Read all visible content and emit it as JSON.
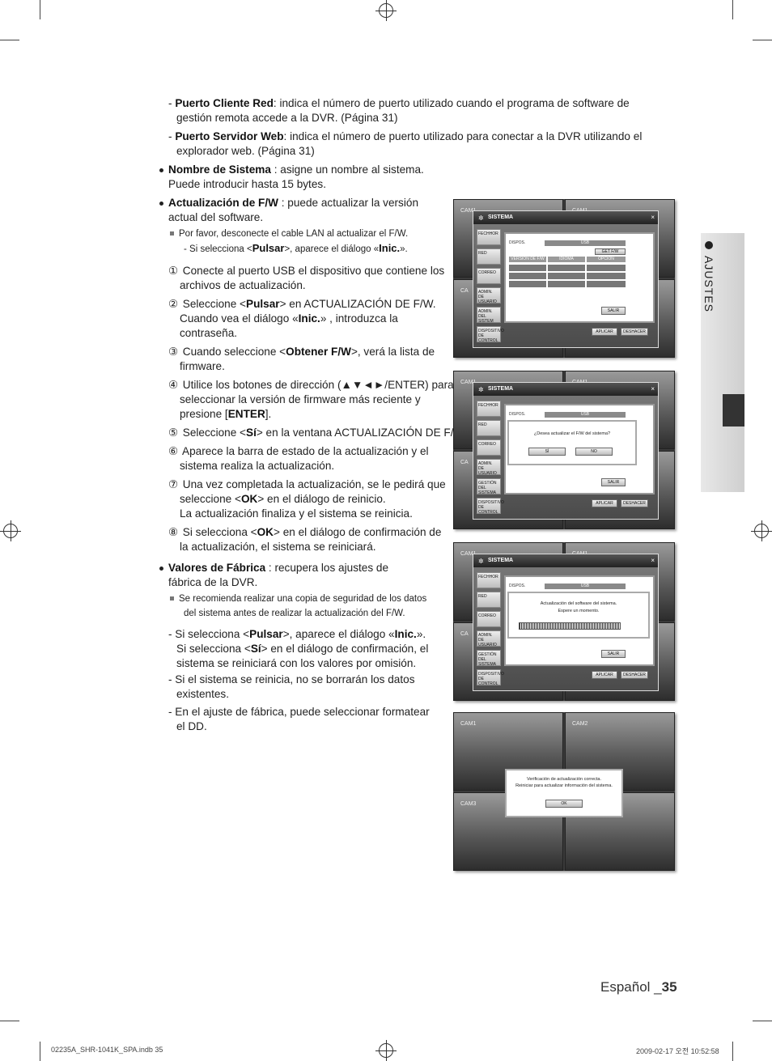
{
  "body": {
    "l1_a": "Puerto Cliente Red",
    "l1_b": ": indica el número de puerto utilizado cuando el programa de software de",
    "l1_c": "gestión remota accede a la DVR. (Página 31)",
    "l2_a": "Puerto Servidor Web",
    "l2_b": ": indica el número de puerto utilizado para conectar a la DVR utilizando el",
    "l2_c": "explorador web. (Página 31)",
    "l3_a": "Nombre de Sistema",
    "l3_b": ": asigne un nombre al sistema.",
    "l3_c": "Puede introducir hasta 15 bytes.",
    "l4_a": "Actualización de F/W",
    "l4_b": ": puede actualizar la versión",
    "l4_c": "actual del software.",
    "n1": "Por favor, desconecte el cable LAN al actualizar el F/W.",
    "n2_a": "- Si selecciona <",
    "n2_b": "Pulsar",
    "n2_c": ">, aparece el diálogo «",
    "n2_d": "Inic.",
    "n2_e": "».",
    "s1_num": "①",
    "s1_a": "Conecte al puerto USB el dispositivo que contiene los",
    "s1_b": "archivos de actualización.",
    "s2_num": "②",
    "s2_a": "Seleccione <",
    "s2_b": "Pulsar",
    "s2_c": "> en ACTUALIZACIÓN DE F/W.",
    "s2_d": "Cuando vea el diálogo «",
    "s2_e": "Inic.",
    "s2_f": "» , introduzca la",
    "s2_g": "contraseña.",
    "s3_num": "③",
    "s3_a": "Cuando seleccione <",
    "s3_b": "Obtener F/W",
    "s3_c": ">, verá la lista de",
    "s3_d": "firmware.",
    "s4_num": "④",
    "s4_a": "Utilice los botones de dirección (▲▼◄►/ENTER) para",
    "s4_b": "seleccionar la versión de firmware más reciente y",
    "s4_c": "presione [",
    "s4_d": "ENTER",
    "s4_e": "].",
    "s5_num": "⑤",
    "s5_a": "Seleccione <",
    "s5_b": "Sí",
    "s5_c": "> en la ventana ACTUALIZACIÓN DE F/W.",
    "s6_num": "⑥",
    "s6_a": "Aparece la barra de estado de la actualización y el",
    "s6_b": "sistema realiza la actualización.",
    "s7_num": "⑦",
    "s7_a": "Una vez completada la actualización, se le pedirá que",
    "s7_b": "seleccione <",
    "s7_c": "OK",
    "s7_d": "> en el diálogo de reinicio.",
    "s7_e": "La actualización finaliza y el sistema se reinicia.",
    "s8_num": "⑧",
    "s8_a": "Si selecciona <",
    "s8_b": "OK",
    "s8_c": "> en el diálogo de confirmación de",
    "s8_d": "la actualización, el sistema se reiniciará.",
    "l5_a": "Valores de Fábrica",
    "l5_b": ": recupera los ajustes de",
    "l5_c": "fábrica de la DVR.",
    "n3_a": "Se recomienda realizar una copia de seguridad de los datos",
    "n3_b": "del sistema antes de realizar la actualización del F/W.",
    "d1_a": "- Si selecciona <",
    "d1_b": "Pulsar",
    "d1_c": ">, aparece el diálogo «",
    "d1_d": "Inic.",
    "d1_e": "».",
    "d1_f": "Si selecciona <",
    "d1_g": "Sí",
    "d1_h": "> en el diálogo de confirmación, el",
    "d1_i": "sistema se reiniciará con los valores por omisión.",
    "d2_a": "- Si el sistema se reinicia, no se borrarán los datos",
    "d2_b": "existentes.",
    "d3_a": "- En el ajuste de fábrica, puede seleccionar formatear",
    "d3_b": "el DD."
  },
  "side_tab": {
    "label": "AJUSTES"
  },
  "ui": {
    "sistema": "SISTEMA",
    "close": "×",
    "gear": "✲",
    "menu_fecha": "FECHHOR",
    "menu_red": "RED",
    "menu_correo": "CORREO",
    "menu_admin_a": "ADMIN.",
    "menu_admin_b": "DE USUARIO",
    "menu_admin2_a": "ADMIN.",
    "menu_admin2_b": "DEL SISTEM",
    "menu_gestion_a": "GESTIÓN",
    "menu_gestion_b": "DEL SISTEMA",
    "menu_disp_a": "DISPOSITIVO",
    "menu_disp_b": "DE CONTROL",
    "dispos": "DISPOS.",
    "usb": "USB",
    "get_fw": "GET F/W",
    "col_version": "VERSIÓN DE F/W",
    "col_idioma": "IDIOMA",
    "col_opcion": "OPCIÓN",
    "salir": "SALIR",
    "aplicar": "APLICAR",
    "deshacer": "DESHACER",
    "confirm_q": "¿Desea actualizar el F/W del sistema?",
    "si": "SÍ",
    "no": "NO",
    "upd_a": "Actualización del software del sistema.",
    "upd_b": "Espere un momento.",
    "ok_a": "Verificación de actualización correcta.",
    "ok_b": "Reiniciar para actualizar información del sistema.",
    "ok": "OK",
    "cam1": "CAM1",
    "cam2": "CAM2",
    "cam3": "CAM3",
    "cam_a": "CAM1",
    "cam_c": "CA"
  },
  "footer": {
    "lang": "Español _",
    "page": "35",
    "file": "02235A_SHR-1041K_SPA.indb   35",
    "date": "2009-02-17   오전 10:52:58"
  }
}
